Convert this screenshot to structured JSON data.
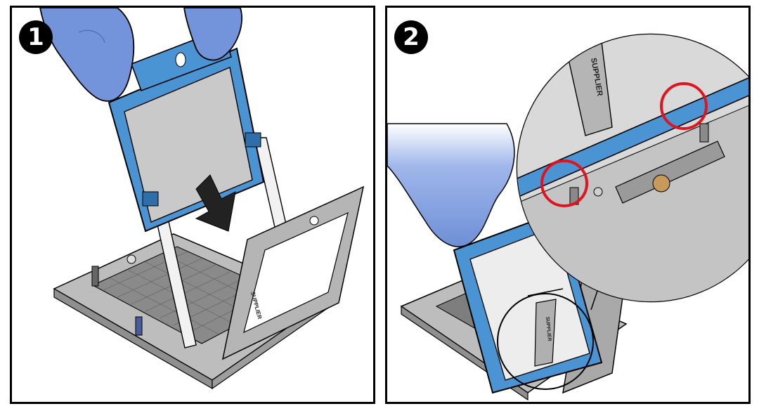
{
  "steps": [
    {
      "number": "1",
      "illustration": "lowering-processor-carrier-into-socket"
    },
    {
      "number": "2",
      "illustration": "aligning-carrier-tabs-with-socket-close-up"
    }
  ],
  "labels": {
    "supplier_text": "SUPPLIER"
  },
  "colors": {
    "glove": "#6e8fd6",
    "glove_light": "#9fb6ea",
    "carrier": "#4b94d4",
    "carrier_dark": "#2f6ea8",
    "processor": "#c9c9c9",
    "socket_frame": "#a8a8a8",
    "socket_pins": "#6f6f6f",
    "highlight_circle": "#e0141e",
    "outline": "#000000"
  },
  "icons": {
    "arrow": "down-arrow-icon",
    "highlight": "red-circle-icon"
  }
}
